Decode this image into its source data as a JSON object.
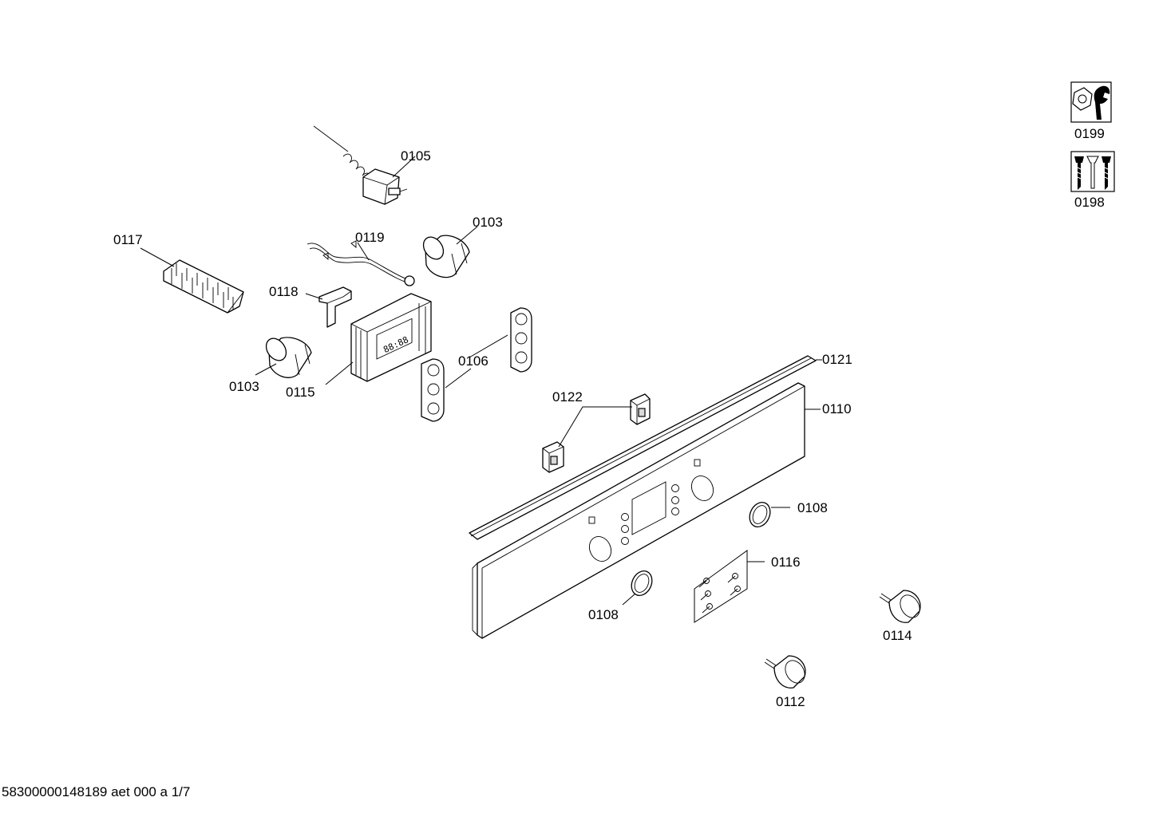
{
  "diagram": {
    "callouts": {
      "c0105": "0105",
      "c0103a": "0103",
      "c0117": "0117",
      "c0119": "0119",
      "c0118": "0118",
      "c0103b": "0103",
      "c0115": "0115",
      "c0106": "0106",
      "c0121": "0121",
      "c0122": "0122",
      "c0110": "0110",
      "c0108a": "0108",
      "c0116": "0116",
      "c0108b": "0108",
      "c0114": "0114",
      "c0112": "0112",
      "c0199": "0199",
      "c0198": "0198"
    },
    "footer": "58300000148189 aet 000 a 1/7"
  }
}
